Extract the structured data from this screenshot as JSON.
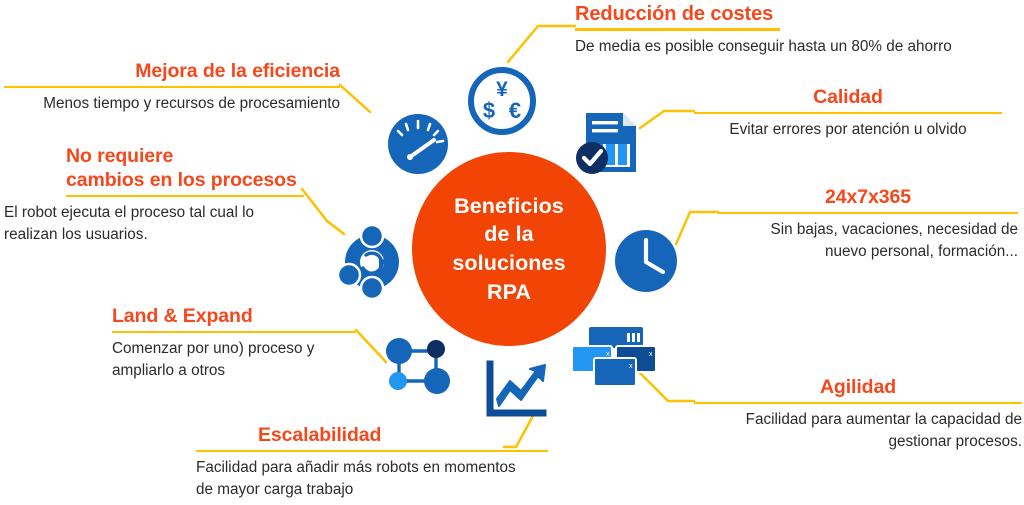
{
  "theme": {
    "hub_fill": "#F24405",
    "title_color": "#F5481C",
    "rule_color": "#FFC000",
    "body_color": "#2b2b2b",
    "icon_blue": "#1565B8",
    "icon_blue_dark": "#0F4C96",
    "icon_blue_light": "#2196F3",
    "background": "#FFFFFF"
  },
  "hub": {
    "text": "Beneficios\nde la\nsoluciones\nRPA"
  },
  "callouts": [
    {
      "id": "reduccion",
      "title": "Reducción de costes",
      "body": "De media es posible conseguir hasta un 80% de ahorro",
      "align": "left",
      "icon": "currency-savings-icon"
    },
    {
      "id": "mejora",
      "title": "Mejora de la eficiencia",
      "body": "Menos tiempo y recursos de procesamiento",
      "align": "right",
      "icon": "speedometer-icon"
    },
    {
      "id": "calidad",
      "title": "Calidad",
      "body": "Evitar errores por atención u olvido",
      "align": "center",
      "icon": "document-check-icon"
    },
    {
      "id": "norequiere",
      "title": "No requiere\ncambios en los procesos",
      "body": "El robot ejecuta el proceso tal cual lo\nrealizan los usuarios.",
      "align": "left",
      "icon": "process-cycle-icon"
    },
    {
      "id": "24x7x365",
      "title": "24x7x365",
      "body": "Sin bajas, vacaciones, necesidad de\nnuevo personal, formación...",
      "align": "right",
      "icon": "clock-icon"
    },
    {
      "id": "land",
      "title": "Land & Expand",
      "body": "Comenzar por uno) proceso y\nampliarlo a otros",
      "align": "left",
      "icon": "network-nodes-icon"
    },
    {
      "id": "agilidad",
      "title": "Agilidad",
      "body": "Facilidad para aumentar la capacidad de\ngestionar procesos.",
      "align": "right",
      "icon": "screens-stack-icon"
    },
    {
      "id": "escalabilidad",
      "title": "Escalabilidad",
      "body": "Facilidad para añadir más robots en momentos\nde mayor carga trabajo",
      "align": "left",
      "icon": "growth-chart-icon"
    }
  ],
  "icon_labels": {
    "currency": "currency-savings-icon",
    "speedometer": "speedometer-icon",
    "document_check": "document-check-icon",
    "process_cycle": "process-cycle-icon",
    "clock": "clock-icon",
    "network": "network-nodes-icon",
    "growth": "growth-chart-icon",
    "screens": "screens-stack-icon"
  }
}
